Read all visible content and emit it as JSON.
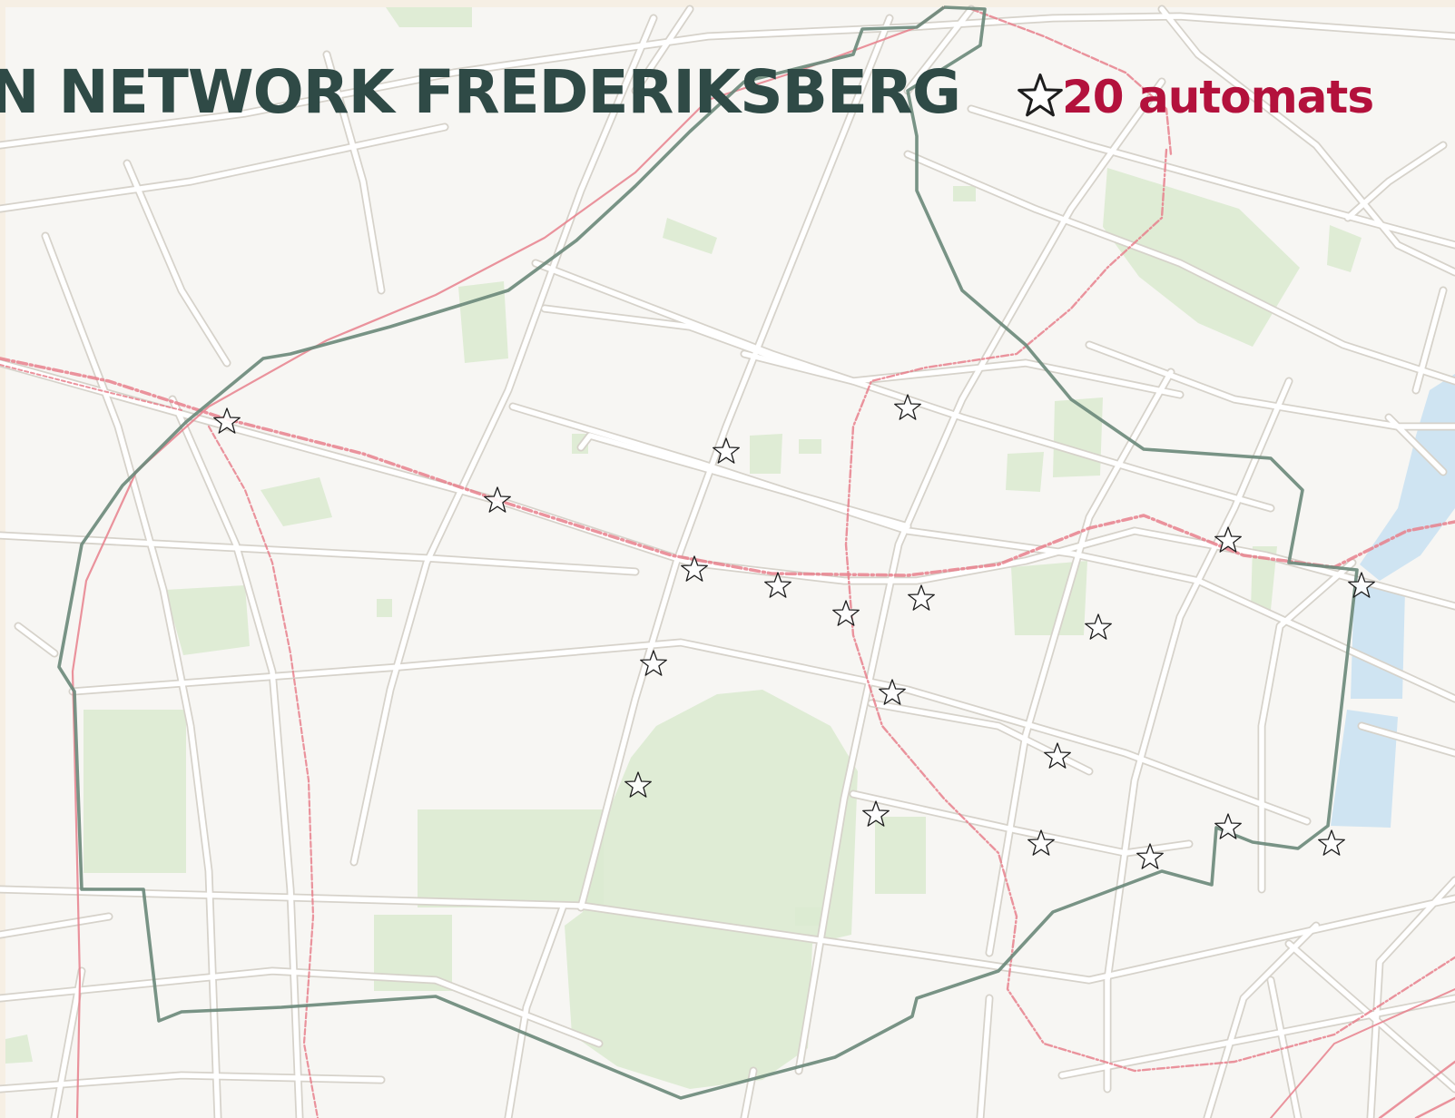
{
  "title": {
    "text": "RN NETWORK FREDERIKSBERG"
  },
  "legend": {
    "icon": "star-outline-icon",
    "count_label": "20 automats"
  },
  "markers": {
    "icon": "star-outline-icon",
    "count": 20
  },
  "colors": {
    "title": "#2f4a46",
    "legend_text": "#b3113c",
    "border_line": "#6c8a7c",
    "rail_line": "#e8808c",
    "road": "#ffffff",
    "road_casing": "#d6d2ca",
    "park": "#dcebd2",
    "water": "#cfe4f2",
    "marker_fill": "#ffffff",
    "marker_stroke": "#1d1d1d"
  }
}
